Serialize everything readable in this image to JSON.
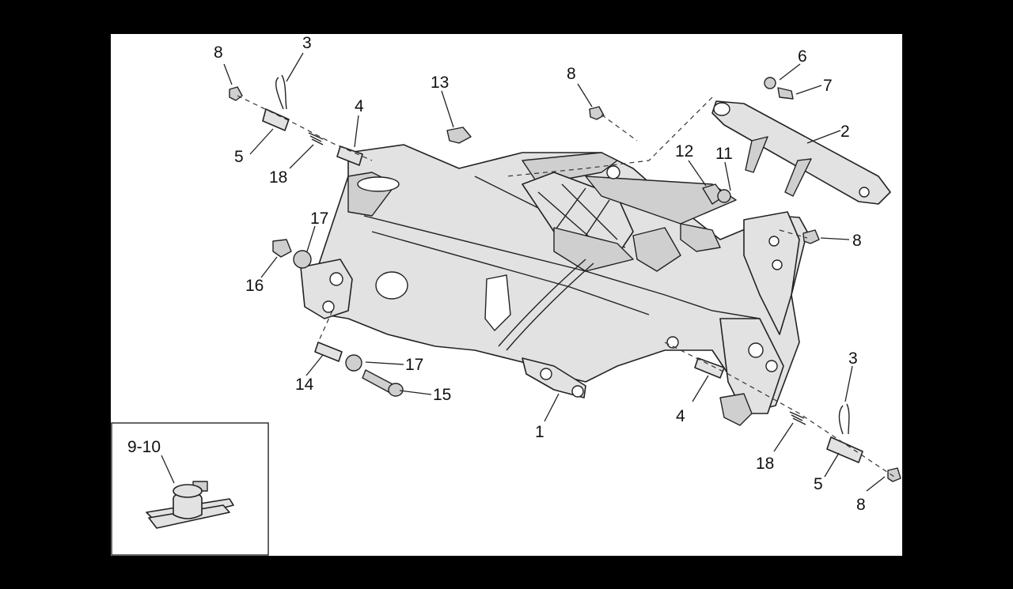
{
  "diagram": {
    "labels": {
      "l1": "1",
      "l2": "2",
      "l3a": "3",
      "l3b": "3",
      "l4a": "4",
      "l4b": "4",
      "l5a": "5",
      "l5b": "5",
      "l6": "6",
      "l7": "7",
      "l8a": "8",
      "l8b": "8",
      "l8c": "8",
      "l8d": "8",
      "l11": "11",
      "l12": "12",
      "l13": "13",
      "l14": "14",
      "l15": "15",
      "l16": "16",
      "l17a": "17",
      "l17b": "17",
      "l18a": "18",
      "l18b": "18",
      "inset": "9-10"
    },
    "colors": {
      "background": "#000000",
      "canvas": "#ffffff",
      "part_fill": "#e2e2e2",
      "stroke": "#222222"
    }
  }
}
